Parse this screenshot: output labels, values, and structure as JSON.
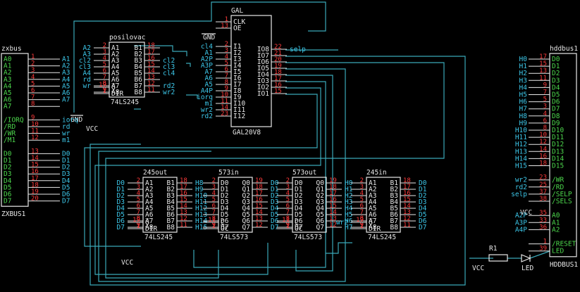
{
  "components": [
    {
      "id": "zxbus",
      "title": "zxbus",
      "ref": "ZXBUS1",
      "pins": [
        {
          "s": "A0",
          "n": "1",
          "sig": "A1"
        },
        {
          "s": "A1",
          "n": "2",
          "sig": "A2"
        },
        {
          "s": "A2",
          "n": "3",
          "sig": "A3"
        },
        {
          "s": "A3",
          "n": "4",
          "sig": "A4"
        },
        {
          "s": "A4",
          "n": "5",
          "sig": "A5"
        },
        {
          "s": "A5",
          "n": "6",
          "sig": "A6"
        },
        {
          "s": "A6",
          "n": "7",
          "sig": "A7"
        },
        {
          "s": "A7",
          "n": "8",
          "sig": ""
        },
        {
          "s": "",
          "n": "",
          "sig": ""
        },
        {
          "s": "/IORQ",
          "n": "9",
          "sig": "iorq"
        },
        {
          "s": "/RD",
          "n": "10",
          "sig": "rd"
        },
        {
          "s": "/WR",
          "n": "11",
          "sig": "wr"
        },
        {
          "s": "/M1",
          "n": "12",
          "sig": "m1"
        },
        {
          "s": "",
          "n": "",
          "sig": ""
        },
        {
          "s": "D0",
          "n": "13",
          "sig": "D0"
        },
        {
          "s": "D1",
          "n": "14",
          "sig": "D1"
        },
        {
          "s": "D2",
          "n": "15",
          "sig": "D2"
        },
        {
          "s": "D3",
          "n": "16",
          "sig": "D3"
        },
        {
          "s": "D4",
          "n": "17",
          "sig": "D4"
        },
        {
          "s": "D5",
          "n": "18",
          "sig": "D5"
        },
        {
          "s": "D6",
          "n": "19",
          "sig": "D6"
        },
        {
          "s": "D7",
          "n": "20",
          "sig": "D7"
        }
      ]
    },
    {
      "id": "posilovac",
      "title": "posilovac",
      "part": "74LS245",
      "left": [
        [
          "A1",
          "2",
          "A2"
        ],
        [
          "A2",
          "3",
          "A3"
        ],
        [
          "A3",
          "4",
          "cl2"
        ],
        [
          "A4",
          "5",
          "cl3"
        ],
        [
          "A5",
          "6",
          "A4"
        ],
        [
          "A6",
          "7",
          "rd"
        ],
        [
          "A7",
          "8",
          "wr"
        ],
        [
          "A8",
          "9",
          ""
        ]
      ],
      "right": [
        [
          "B1",
          "18",
          ""
        ],
        [
          "B2",
          "17",
          ""
        ],
        [
          "B3",
          "16",
          "cl2"
        ],
        [
          "B4",
          "15",
          "cl3"
        ],
        [
          "B5",
          "14",
          "cl4"
        ],
        [
          "B6",
          "13",
          ""
        ],
        [
          "B7",
          "12",
          "rd2"
        ],
        [
          "B8",
          "11",
          "wr2"
        ]
      ],
      "bottom": [
        [
          "G̅",
          "19"
        ],
        [
          "DIR",
          "1"
        ]
      ],
      "gnd": "GND",
      "vcc": "VCC"
    },
    {
      "id": "gal",
      "title": "GAL",
      "part": "GAL20V8",
      "gnd": "GND",
      "top": [
        [
          "CLK",
          "1"
        ],
        [
          "OE",
          "13"
        ]
      ],
      "left": [
        [
          "I1",
          "2",
          "cl4"
        ],
        [
          "I2",
          "3",
          "A1"
        ],
        [
          "I3",
          "4",
          "A2P"
        ],
        [
          "I4",
          "5",
          "A3P"
        ],
        [
          "I5",
          "6",
          "A7"
        ],
        [
          "I6",
          "7",
          "A6"
        ],
        [
          "I7",
          "8",
          "A5"
        ],
        [
          "I8",
          "9",
          "A4P"
        ],
        [
          "I9",
          "10",
          "iorq"
        ],
        [
          "I10",
          "11",
          "m1"
        ],
        [
          "I11",
          "14",
          "wr2"
        ],
        [
          "I12",
          "23",
          "rd2"
        ]
      ],
      "right": [
        [
          "IO8",
          "22",
          "selp"
        ],
        [
          "IO7",
          "21",
          ""
        ],
        [
          "IO6",
          "20",
          ""
        ],
        [
          "IO5",
          "19",
          ""
        ],
        [
          "IO4",
          "18",
          ""
        ],
        [
          "IO3",
          "17",
          ""
        ],
        [
          "IO2",
          "16",
          ""
        ],
        [
          "IO1",
          "15",
          ""
        ]
      ]
    },
    {
      "id": "u245out",
      "title": "245out",
      "part": "74LS245",
      "vcc": "VCC",
      "left": [
        [
          "A1",
          "2",
          "D0"
        ],
        [
          "A2",
          "3",
          "D1"
        ],
        [
          "A3",
          "4",
          "D2"
        ],
        [
          "A4",
          "5",
          "D3"
        ],
        [
          "A5",
          "6",
          "D4"
        ],
        [
          "A6",
          "7",
          "D5"
        ],
        [
          "A7",
          "8",
          "D6"
        ],
        [
          "A8",
          "9",
          "D7"
        ]
      ],
      "right": [
        [
          "B1",
          "18",
          "H8"
        ],
        [
          "B2",
          "17",
          "H9"
        ],
        [
          "B3",
          "16",
          "H10"
        ],
        [
          "B4",
          "15",
          "H11"
        ],
        [
          "B5",
          "14",
          "H12"
        ],
        [
          "B6",
          "13",
          "H13"
        ],
        [
          "B7",
          "12",
          "H14"
        ],
        [
          "B8",
          "11",
          "H15"
        ]
      ],
      "bottom": [
        [
          "G̅",
          "19"
        ],
        [
          "DIR",
          "1"
        ]
      ]
    },
    {
      "id": "u573in",
      "title": "573in",
      "part": "74LS573",
      "left": [
        [
          "D0",
          "2",
          ""
        ],
        [
          "D1",
          "3",
          ""
        ],
        [
          "D2",
          "4",
          ""
        ],
        [
          "D3",
          "5",
          ""
        ],
        [
          "D4",
          "6",
          ""
        ],
        [
          "D5",
          "7",
          ""
        ],
        [
          "D6",
          "8",
          ""
        ],
        [
          "D7",
          "9",
          ""
        ]
      ],
      "right": [
        [
          "Q0",
          "19",
          "D0"
        ],
        [
          "Q1",
          "18",
          "D1"
        ],
        [
          "Q2",
          "17",
          "D2"
        ],
        [
          "Q3",
          "16",
          "D3"
        ],
        [
          "Q4",
          "15",
          "D4"
        ],
        [
          "Q5",
          "14",
          "D5"
        ],
        [
          "Q6",
          "13",
          "D6"
        ],
        [
          "Q7",
          "12",
          "D7"
        ]
      ],
      "bottom": [
        [
          "C",
          "11"
        ],
        [
          "O̅C̅",
          "1"
        ]
      ]
    },
    {
      "id": "u573out",
      "title": "573out",
      "part": "74LS573",
      "left": [
        [
          "D0",
          "2",
          ""
        ],
        [
          "D1",
          "3",
          ""
        ],
        [
          "D2",
          "4",
          ""
        ],
        [
          "D3",
          "5",
          ""
        ],
        [
          "D4",
          "6",
          ""
        ],
        [
          "D5",
          "7",
          ""
        ],
        [
          "D6",
          "8",
          ""
        ],
        [
          "D7",
          "9",
          ""
        ]
      ],
      "right": [
        [
          "Q0",
          "19",
          "H0"
        ],
        [
          "Q1",
          "18",
          "H1"
        ],
        [
          "Q2",
          "17",
          "H2"
        ],
        [
          "Q3",
          "16",
          "H3"
        ],
        [
          "Q4",
          "15",
          "H4"
        ],
        [
          "Q5",
          "14",
          "H5"
        ],
        [
          "Q6",
          "13",
          "H6"
        ],
        [
          "Q7",
          "12",
          "H7"
        ]
      ],
      "bottom": [
        [
          "C",
          "11"
        ],
        [
          "O̅C̅",
          "1"
        ]
      ]
    },
    {
      "id": "u245in",
      "title": "245in",
      "part": "74LS245",
      "left": [
        [
          "A1",
          "2",
          ""
        ],
        [
          "A2",
          "3",
          ""
        ],
        [
          "A3",
          "4",
          ""
        ],
        [
          "A4",
          "5",
          ""
        ],
        [
          "A5",
          "6",
          ""
        ],
        [
          "A6",
          "7",
          ""
        ],
        [
          "A7",
          "8",
          ""
        ],
        [
          "A8",
          "9",
          ""
        ]
      ],
      "right": [
        [
          "B1",
          "18",
          "D0"
        ],
        [
          "B2",
          "17",
          "D1"
        ],
        [
          "B3",
          "16",
          "D2"
        ],
        [
          "B4",
          "15",
          "D3"
        ],
        [
          "B5",
          "14",
          "D4"
        ],
        [
          "B6",
          "13",
          "D5"
        ],
        [
          "B7",
          "12",
          "D6"
        ],
        [
          "B8",
          "11",
          "D7"
        ]
      ],
      "bottom": [
        [
          "G̅",
          "19",
          "wr2"
        ],
        [
          "DIR",
          "1",
          ""
        ]
      ]
    },
    {
      "id": "hddbus",
      "title": "hddbus1",
      "ref": "HDDBUS1",
      "vcc": "VCC",
      "pins": [
        {
          "s": "D0",
          "n": "17",
          "sig": "H0"
        },
        {
          "s": "D1",
          "n": "15",
          "sig": "H1"
        },
        {
          "s": "D2",
          "n": "13",
          "sig": "H2"
        },
        {
          "s": "D3",
          "n": "11",
          "sig": "H3"
        },
        {
          "s": "D4",
          "n": "9",
          "sig": "H4"
        },
        {
          "s": "D5",
          "n": "7",
          "sig": "H5"
        },
        {
          "s": "D6",
          "n": "5",
          "sig": "H6"
        },
        {
          "s": "D7",
          "n": "3",
          "sig": "H7"
        },
        {
          "s": "D8",
          "n": "4",
          "sig": "H8"
        },
        {
          "s": "D9",
          "n": "6",
          "sig": "H9"
        },
        {
          "s": "D10",
          "n": "8",
          "sig": "H10"
        },
        {
          "s": "D11",
          "n": "10",
          "sig": "H11"
        },
        {
          "s": "D12",
          "n": "12",
          "sig": "H12"
        },
        {
          "s": "D13",
          "n": "14",
          "sig": "H13"
        },
        {
          "s": "D14",
          "n": "16",
          "sig": "H14"
        },
        {
          "s": "D15",
          "n": "18",
          "sig": "H15"
        },
        {
          "s": "",
          "n": "",
          "sig": ""
        },
        {
          "s": "/WR",
          "n": "23",
          "sig": "wr2"
        },
        {
          "s": "/RD",
          "n": "25",
          "sig": "rd2"
        },
        {
          "s": "/SELP",
          "n": "37",
          "sig": "selp"
        },
        {
          "s": "/SELS",
          "n": "38",
          "sig": ""
        },
        {
          "s": "",
          "n": "",
          "sig": ""
        },
        {
          "s": "A0",
          "n": "35",
          "sig": "A2P"
        },
        {
          "s": "A1",
          "n": "33",
          "sig": "A3P"
        },
        {
          "s": "A2",
          "n": "36",
          "sig": "A4P"
        },
        {
          "s": "",
          "n": "",
          "sig": ""
        },
        {
          "s": "/RESET",
          "n": "1",
          "sig": ""
        },
        {
          "s": "LED",
          "n": "39",
          "sig": ""
        }
      ]
    },
    {
      "id": "r1",
      "title": "R1"
    },
    {
      "id": "led",
      "title": "LED"
    },
    {
      "id": "vcc-bottom",
      "title": "VCC"
    }
  ]
}
